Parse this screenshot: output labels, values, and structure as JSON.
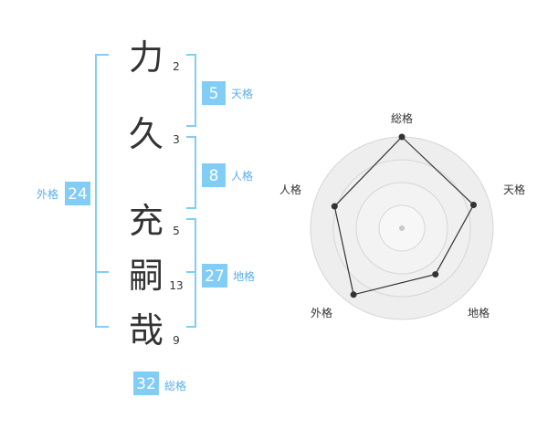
{
  "name_chars": [
    {
      "char": "力",
      "strokes": "2"
    },
    {
      "char": "久",
      "strokes": "3"
    },
    {
      "char": "充",
      "strokes": "5"
    },
    {
      "char": "嗣",
      "strokes": "13"
    },
    {
      "char": "哉",
      "strokes": "9"
    }
  ],
  "kaku": {
    "tenkaku": {
      "value": "5",
      "label": "天格"
    },
    "jinkaku": {
      "value": "8",
      "label": "人格"
    },
    "chikaku": {
      "value": "27",
      "label": "地格"
    },
    "gaikaku": {
      "value": "24",
      "label": "外格"
    },
    "soukaku": {
      "value": "32",
      "label": "総格"
    }
  },
  "colors": {
    "accent": "#82cdf5",
    "label": "#5aaee8",
    "bracket": "#82cdf5",
    "text": "#333333"
  },
  "chart_data": {
    "type": "radar",
    "axes": [
      "総格",
      "天格",
      "地格",
      "外格",
      "人格"
    ],
    "rings": 4,
    "range": [
      0,
      4
    ],
    "values": [
      4,
      3.3,
      2.5,
      3.6,
      3.1
    ]
  }
}
